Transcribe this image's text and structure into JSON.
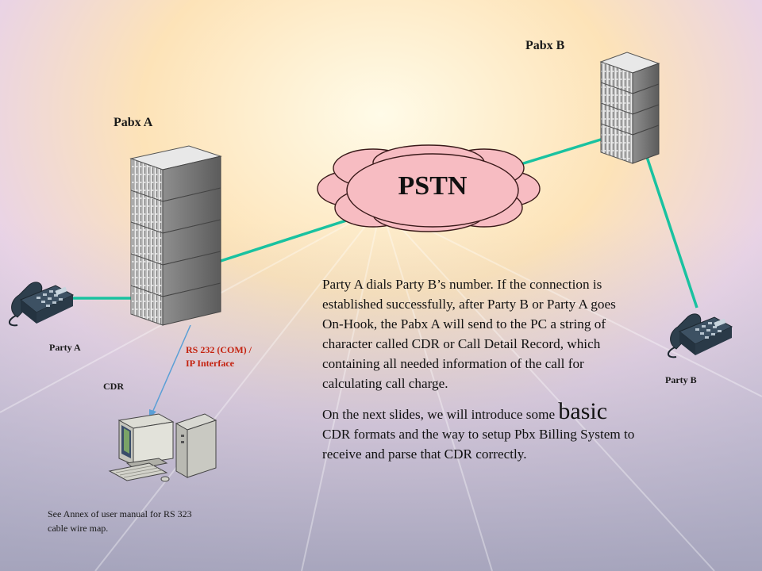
{
  "labels": {
    "pabx_a": "Pabx A",
    "pabx_b": "Pabx B",
    "pstn": "PSTN",
    "party_a": "Party A",
    "party_b": "Party B",
    "interface_line1": "RS 232 (COM) /",
    "interface_line2": "IP Interface",
    "cdr": "CDR",
    "annex_line1": "See Annex of user manual for RS 323",
    "annex_line2": "cable wire map."
  },
  "description": {
    "paragraph1": "Party A dials Party B’s number. If the connection is established successfully, after Party B or Party A goes On-Hook, the Pabx A will send to the PC a string of character called CDR or Call Detail Record, which containing all needed information of the call for calculating call charge.",
    "paragraph2_prefix": "On the next slides, we will introduce some",
    "paragraph2_big": "basic",
    "paragraph2_rest": "CDR formats and the way to setup Pbx Billing System to receive and parse that CDR correctly."
  },
  "colors": {
    "connector": "#19c2a0",
    "cloud_fill": "#f7bcc2",
    "interface_text": "#c4220f",
    "cdr_arrow": "#5a9fd6"
  }
}
